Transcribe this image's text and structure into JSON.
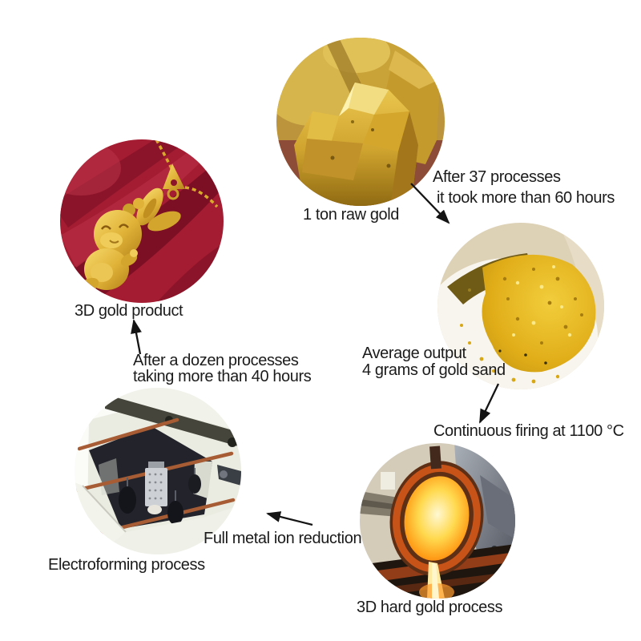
{
  "figure": {
    "type": "process-flow-infographic",
    "background": "#ffffff",
    "steps": [
      {
        "id": "raw-gold",
        "photo": "raw-gold-nuggets",
        "caption": "1 ton raw gold"
      },
      {
        "id": "gold-sand",
        "photo": "gold-sand-in-bucket",
        "caption_lines": [
          "Average output",
          "4 grams of gold sand"
        ]
      },
      {
        "id": "hard-gold",
        "photo": "molten-gold-crucible",
        "caption": "3D hard gold process"
      },
      {
        "id": "electroforming",
        "photo": "electroforming-machine",
        "caption": "Electroforming process"
      },
      {
        "id": "gold-product",
        "photo": "gold-rabbit-pendant",
        "caption": "3D gold product"
      }
    ],
    "annotations": [
      {
        "id": "after-37",
        "lines": [
          "After 37 processes",
          "it took more than 60 hours"
        ]
      },
      {
        "id": "firing",
        "lines": [
          "Continuous firing at 1100 °C"
        ]
      },
      {
        "id": "ion-reduction",
        "lines": [
          "Full metal ion reduction"
        ]
      },
      {
        "id": "after-dozen",
        "lines": [
          "After a dozen processes",
          "taking more than 40 hours"
        ]
      }
    ],
    "arrows": [
      {
        "id": "raw-gold-to-gold-sand"
      },
      {
        "id": "gold-sand-to-hard-gold"
      },
      {
        "id": "hard-gold-to-electroforming"
      },
      {
        "id": "electroforming-to-gold-product"
      }
    ],
    "colors": {
      "text": "#1b1b1b",
      "arrow": "#141414",
      "gold": "#d9a92c",
      "fabric_red": "#a31c31",
      "molten_orange": "#ff9d18",
      "machine_body": "#eaebe1"
    }
  }
}
